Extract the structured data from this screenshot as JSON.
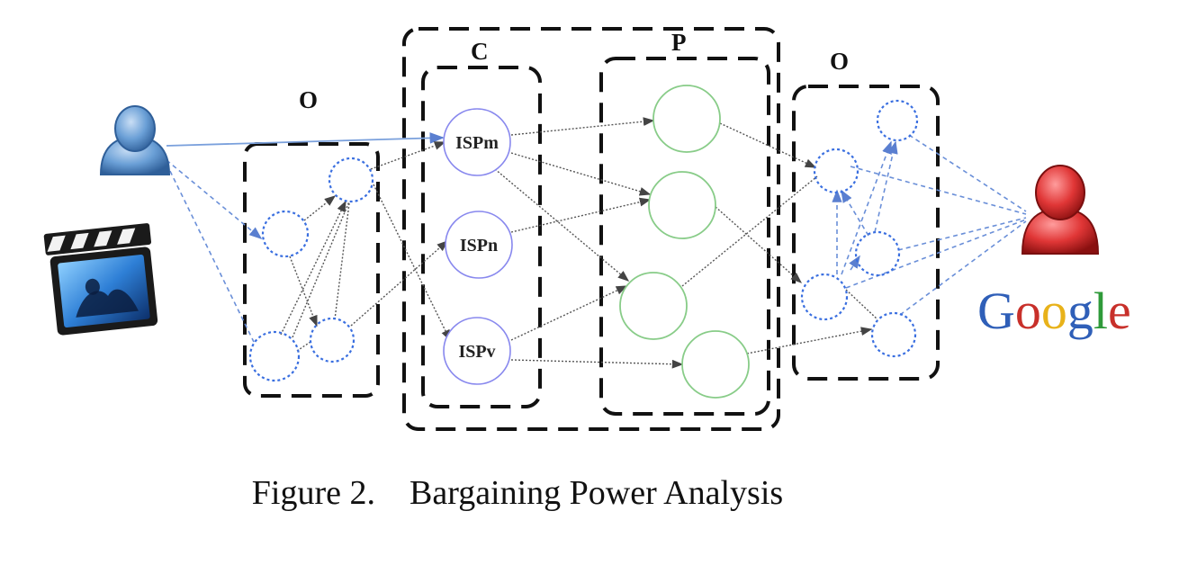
{
  "groups": {
    "left_o": "O",
    "c": "C",
    "p": "P",
    "right_o": "O"
  },
  "isp_nodes": {
    "m": "ISPm",
    "n": "ISPn",
    "v": "ISPv"
  },
  "logo": {
    "text": "Google"
  },
  "icons": {
    "user_left": "user-blue-icon",
    "video": "video-clapperboard-icon",
    "user_right": "user-red-icon"
  },
  "colors": {
    "user_left": "#5b8fc7",
    "user_right": "#d42a2a",
    "o_nodes": "#3a6fe0",
    "c_nodes": "#8888ee",
    "p_nodes": "#88cc88",
    "group_border": "#111111",
    "google_blue": "#2f5fb8",
    "google_red": "#c8302a",
    "google_yellow": "#e8b21a",
    "google_green": "#2f9a3a"
  },
  "caption": {
    "number": "Figure 2.",
    "title": "Bargaining Power Analysis"
  }
}
